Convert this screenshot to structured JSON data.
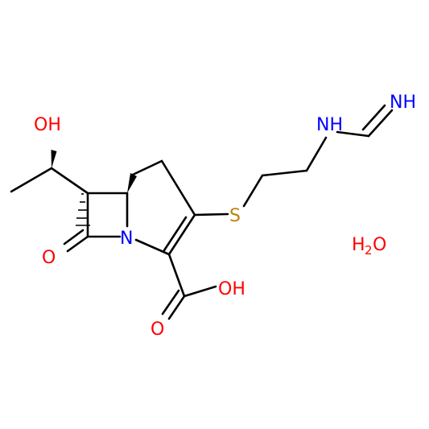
{
  "colors": {
    "bond": "#000000",
    "oxygen": "#ff0000",
    "nitrogen": "#0000ff",
    "sulfur": "#b8860b",
    "background": "#ffffff"
  },
  "atoms": {
    "hydroxyl": "OH",
    "ketone_oxygen": "O",
    "ring_nitrogen": "N",
    "sulfur": "S",
    "carboxyl_oxygen": "O",
    "carboxyl_hydroxyl": "OH",
    "amine_nitrogen": "NH",
    "imine_nitrogen": "NH"
  },
  "water": {
    "hydrogen": "H",
    "subscript": "2",
    "oxygen": "O"
  }
}
